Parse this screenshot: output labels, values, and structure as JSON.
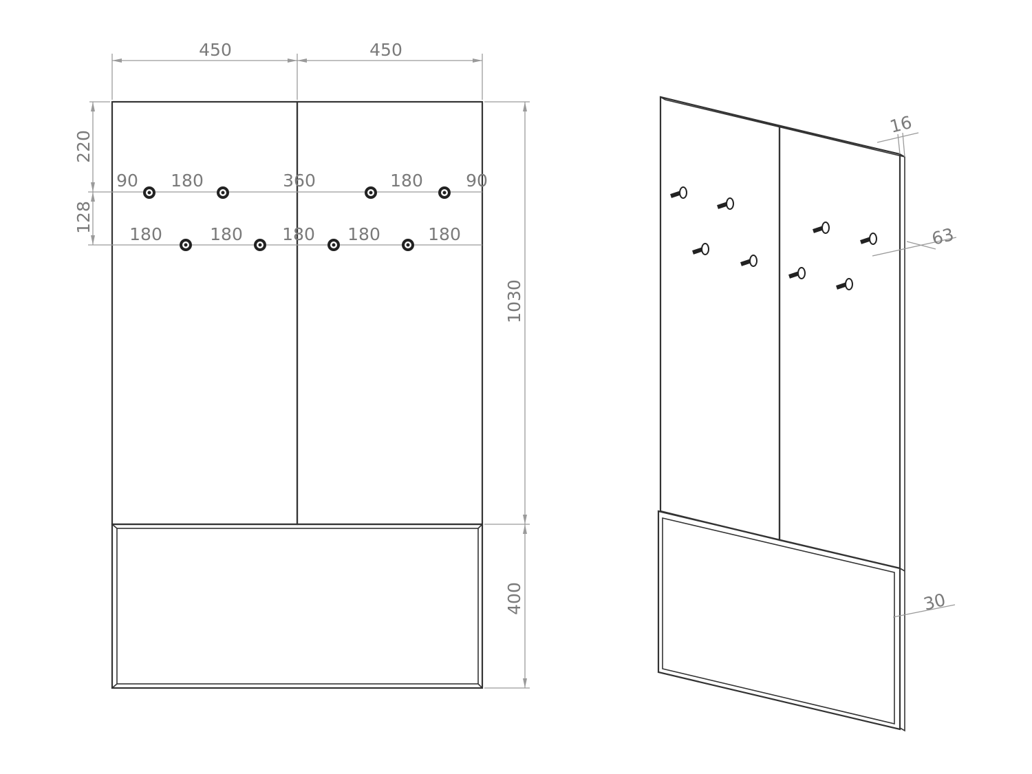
{
  "front_view": {
    "dims": {
      "width_left": "450",
      "width_right": "450",
      "top_offset": "220",
      "row_gap": "128",
      "upper_height": "1030",
      "lower_height": "400",
      "row1": [
        "90",
        "180",
        "360",
        "180",
        "90"
      ],
      "row2": [
        "180",
        "180",
        "180",
        "180",
        "180"
      ]
    }
  },
  "iso_view": {
    "dims": {
      "thickness": "16",
      "hook_depth": "63",
      "frame_depth": "30"
    }
  },
  "colors": {
    "outline": "#333333",
    "dimension": "#9a9a9a",
    "dimension_text": "#7a7a7a",
    "hook": "#222222"
  },
  "icons": {
    "hook": "coat-hook-icon"
  }
}
